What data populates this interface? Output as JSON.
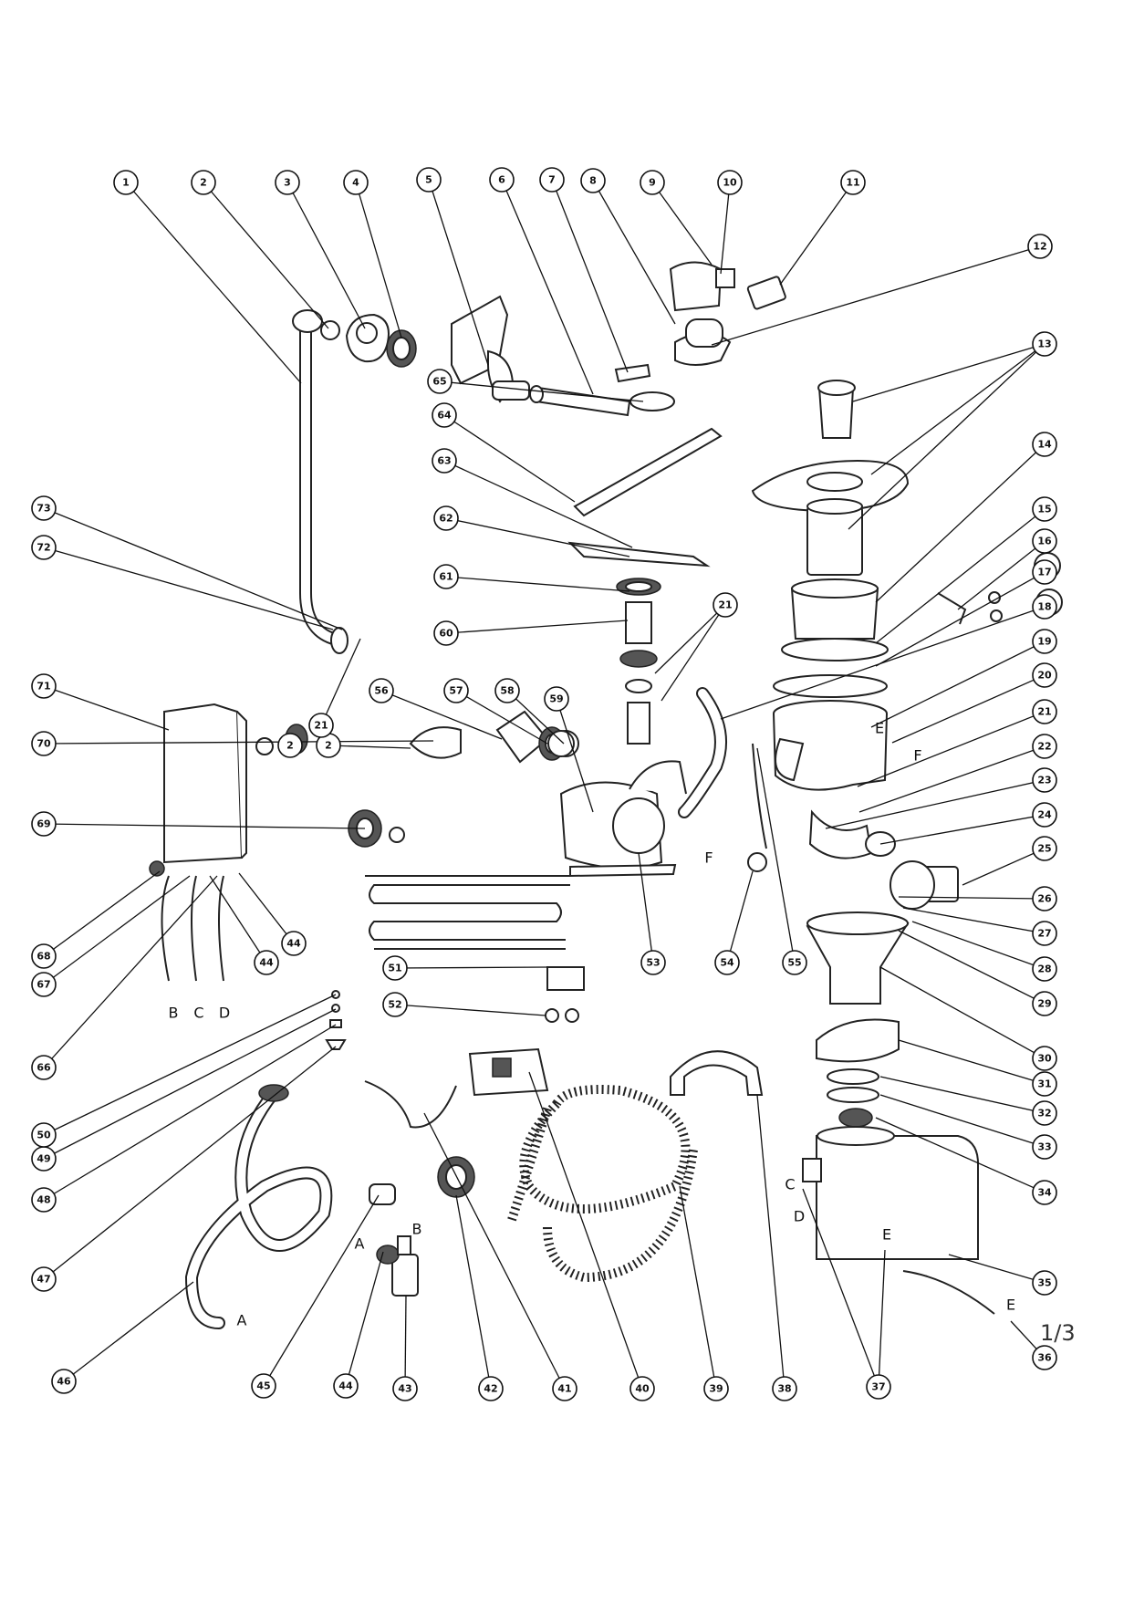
{
  "page_number": "1/3",
  "callouts": [
    "1",
    "2",
    "3",
    "4",
    "5",
    "6",
    "7",
    "8",
    "9",
    "10",
    "11",
    "12",
    "13",
    "14",
    "15",
    "16",
    "17",
    "18",
    "19",
    "20",
    "21",
    "22",
    "23",
    "24",
    "25",
    "26",
    "27",
    "28",
    "29",
    "30",
    "31",
    "32",
    "33",
    "34",
    "35",
    "36",
    "37",
    "38",
    "39",
    "40",
    "41",
    "42",
    "43",
    "44",
    "45",
    "46",
    "47",
    "48",
    "49",
    "50",
    "51",
    "52",
    "53",
    "54",
    "55",
    "56",
    "57",
    "58",
    "59",
    "60",
    "61",
    "62",
    "63",
    "64",
    "65",
    "66",
    "67",
    "68",
    "69",
    "70",
    "71",
    "72",
    "73"
  ],
  "connection_letters": {
    "A": "A",
    "B": "B",
    "C": "C",
    "D": "D",
    "E": "E",
    "F": "F"
  }
}
